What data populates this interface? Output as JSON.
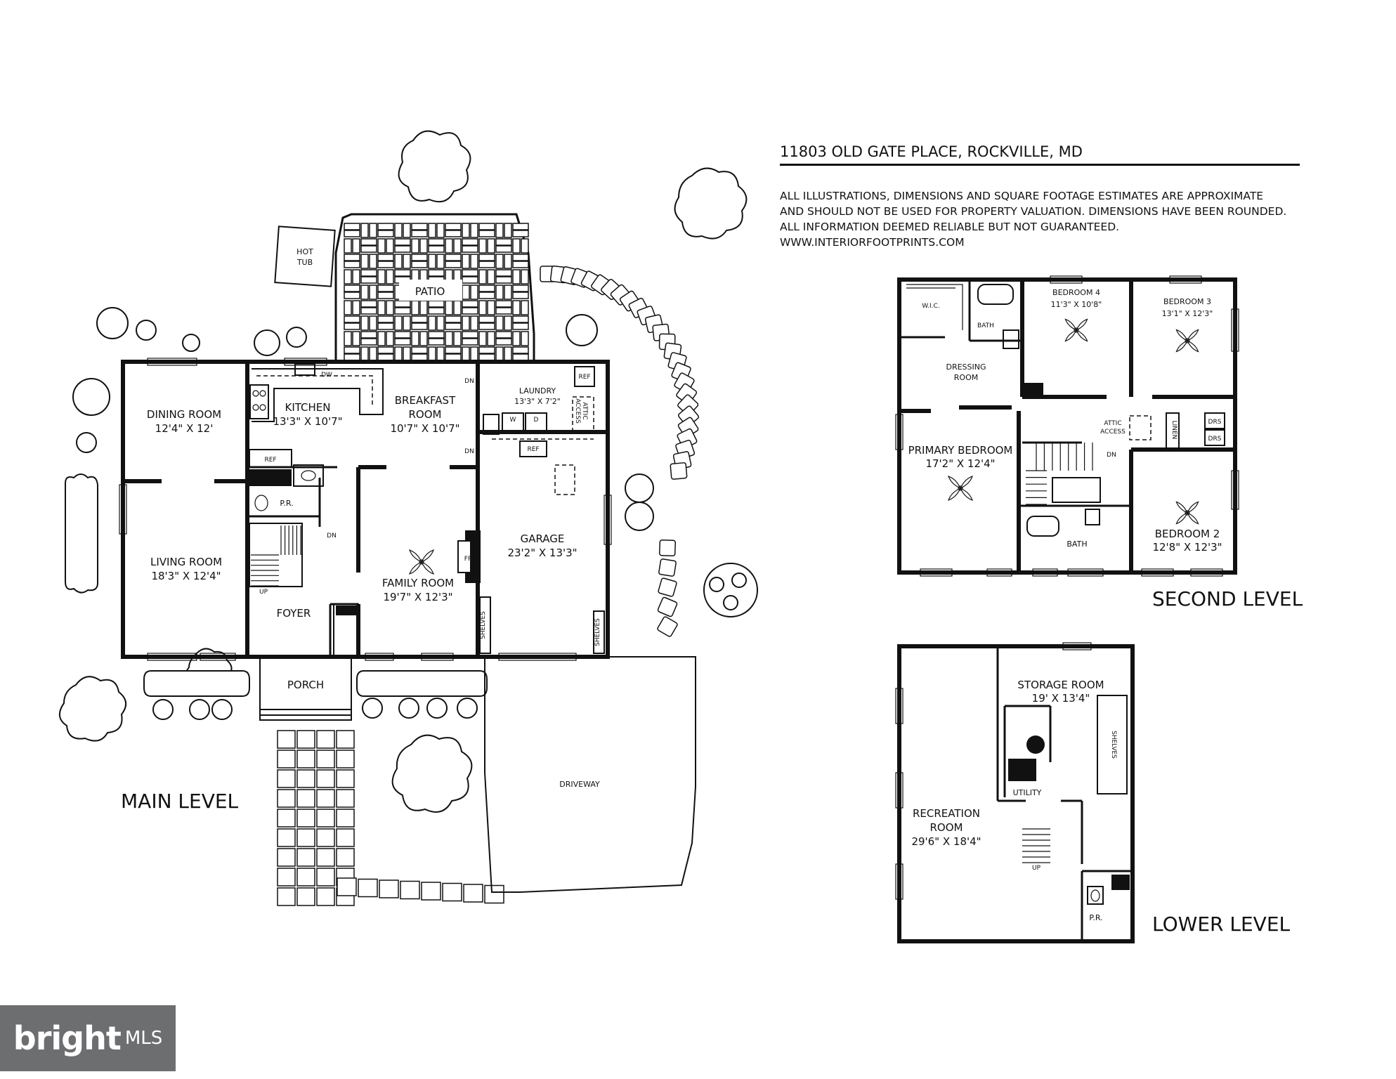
{
  "header": {
    "title": "11803 OLD GATE PLACE, ROCKVILLE, MD",
    "disclaimer": [
      "ALL ILLUSTRATIONS, DIMENSIONS AND SQUARE FOOTAGE ESTIMATES ARE APPROXIMATE",
      "AND  SHOULD NOT BE USED FOR PROPERTY VALUATION. DIMENSIONS HAVE BEEN ROUNDED.",
      "ALL INFORMATION DEEMED RELIABLE BUT NOT GUARANTEED.",
      "WWW.INTERIORFOOTPRINTS.COM"
    ]
  },
  "levels": {
    "main": "MAIN LEVEL",
    "second": "SECOND LEVEL",
    "lower": "LOWER LEVEL"
  },
  "main_level": {
    "hot_tub": [
      "HOT",
      "TUB"
    ],
    "patio": "PATIO",
    "dining_room": [
      "DINING ROOM",
      "12'4\" X 12'"
    ],
    "kitchen": [
      "KITCHEN",
      "13'3\" X 10'7\""
    ],
    "breakfast_room": [
      "BREAKFAST",
      "ROOM",
      "10'7\" X 10'7\""
    ],
    "laundry": [
      "LAUNDRY",
      "13'3\" X 7'2\""
    ],
    "living_room": [
      "LIVING ROOM",
      "18'3\" X 12'4\""
    ],
    "family_room": [
      "FAMILY ROOM",
      "19'7\" X 12'3\""
    ],
    "garage": [
      "GARAGE",
      "23'2\" X 13'3\""
    ],
    "foyer": "FOYER",
    "porch": "PORCH",
    "pr": "P.R.",
    "driveway": "DRIVEWAY",
    "ref": "REF",
    "dw": "DW",
    "fp": "FP",
    "shelves": "SHELVES",
    "attic_access": [
      "ATTIC",
      "ACCESS"
    ],
    "w": "W",
    "d": "D",
    "up": "UP",
    "dn": "DN"
  },
  "second_level": {
    "wic": "W.I.C.",
    "bath": "BATH",
    "dressing_room": [
      "DRESSING",
      "ROOM"
    ],
    "bedroom4": [
      "BEDROOM 4",
      "11'3\" X 10'8\""
    ],
    "bedroom3": [
      "BEDROOM 3",
      "13'1\" X 12'3\""
    ],
    "primary_bedroom": [
      "PRIMARY BEDROOM",
      "17'2\" X 12'4\""
    ],
    "bedroom2": [
      "BEDROOM 2",
      "12'8\" X 12'3\""
    ],
    "attic_access": [
      "ATTIC",
      "ACCESS"
    ],
    "linen": "LINEN",
    "drs": "DRS",
    "dn": "DN"
  },
  "lower_level": {
    "storage_room": [
      "STORAGE ROOM",
      "19' X 13'4\""
    ],
    "utility": "UTILITY",
    "recreation_room": [
      "RECREATION",
      "ROOM",
      "29'6\" X 18'4\""
    ],
    "shelves": "SHELVES",
    "pr": "P.R.",
    "up": "UP"
  },
  "logo": {
    "brand": "bright",
    "suffix": "MLS"
  }
}
